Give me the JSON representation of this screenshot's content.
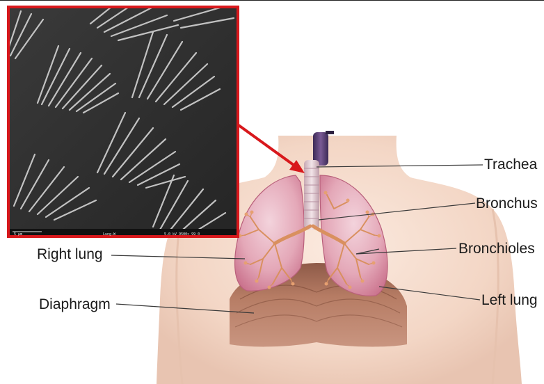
{
  "labels": {
    "trachea": "Trachea",
    "bronchus": "Bronchus",
    "bronchioles": "Bronchioles",
    "left_lung": "Left lung",
    "right_lung": "Right lung",
    "diaphragm": "Diaphragm"
  },
  "micrograph": {
    "scale_text": "5 μm",
    "name_text": "Lung-W",
    "meta_text": "5.0 kV  9500×  99 0"
  },
  "colors": {
    "callout_red": "#d8181c",
    "lung_pink": "#d98aa0",
    "skin": "#f4dccd",
    "diaphragm_brown": "#a9705a",
    "bronchi_orange": "#d9905f"
  }
}
